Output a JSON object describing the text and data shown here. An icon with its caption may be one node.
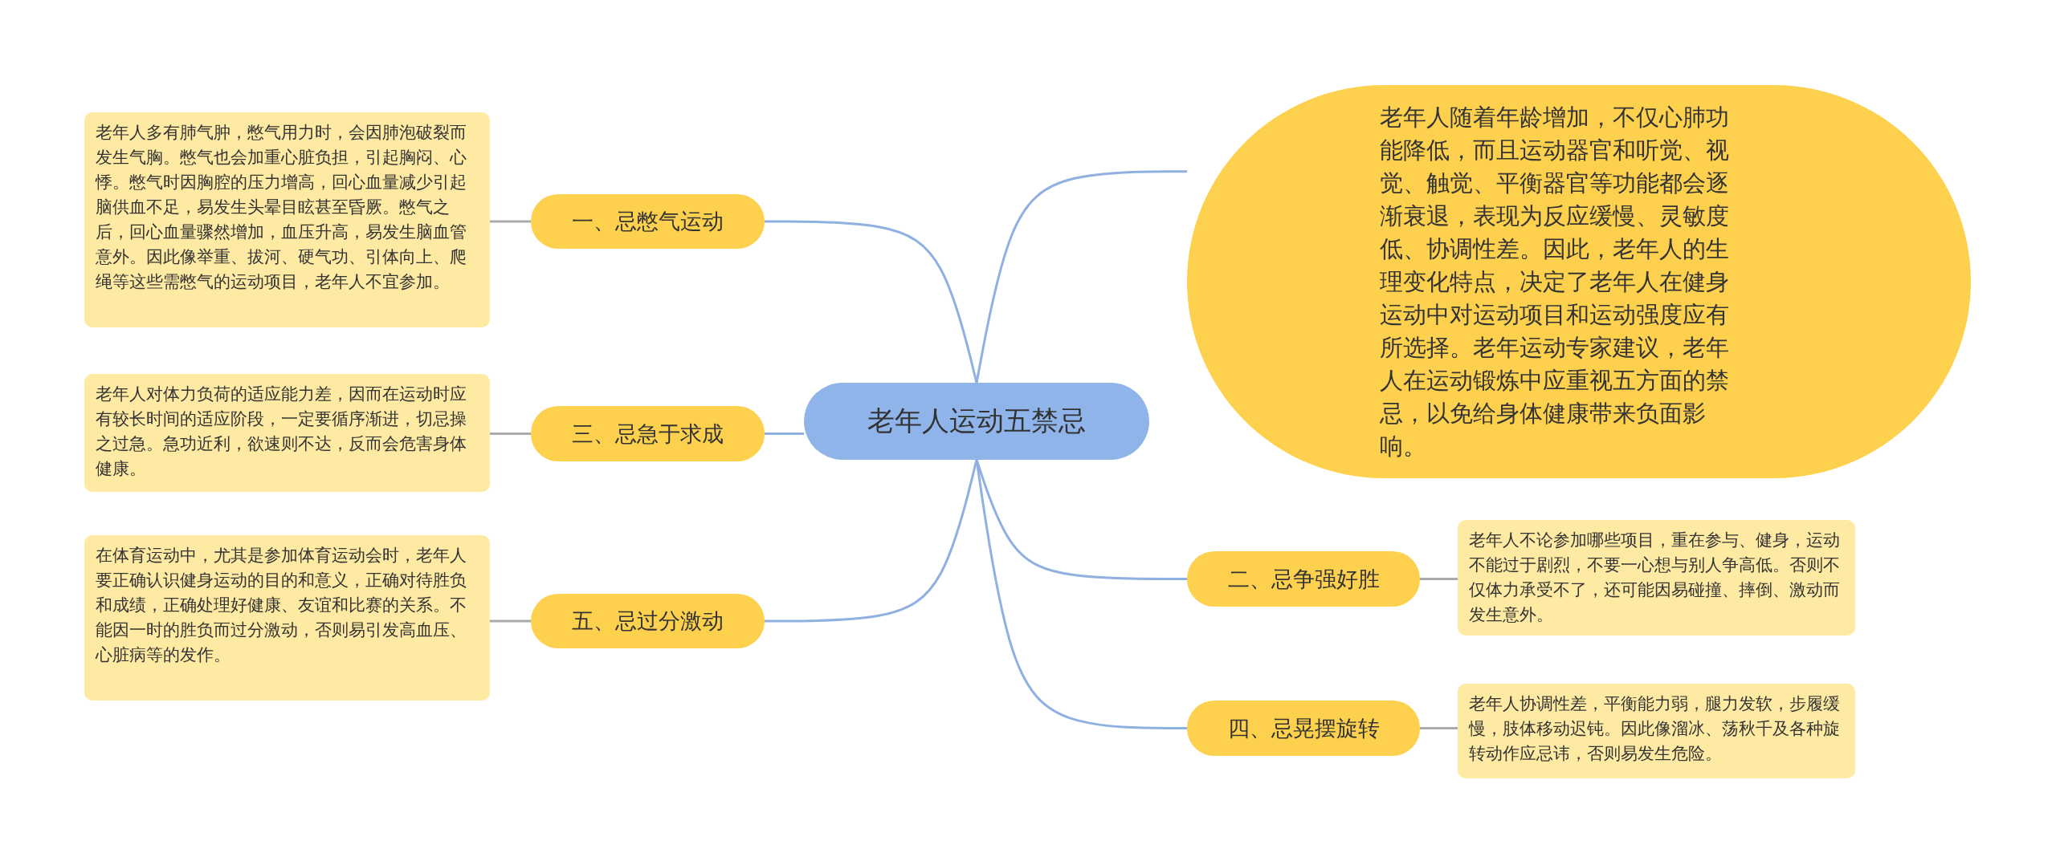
{
  "diagram": {
    "nodes": [
      {
        "text": [
          "老年人运动五禁忌"
        ]
      },
      {
        "text": [
          "一、忌憋气运动"
        ]
      },
      {
        "text": [
          "老年人多有肺气肿，憋气用力时，会因肺泡破裂而发生气胸。憋气也会加重心脏负担，引起胸闷、心悸。憋气时因胸腔的压力增高，回心血量减少引起脑供血不足，易发生头晕目眩甚至昏厥。憋气之后，回心血量骤然增加，血压升高，易发生脑血管意外。因此像举重、拔河、硬气功、引体向上、爬绳等这些需憋气的运动项目，老年人不宜参加。"
        ]
      },
      {
        "text": [
          "三、忌急于求成"
        ]
      },
      {
        "text": [
          "老年人对体力负荷的适应能力差，因而在运动时应有较长时间的适应阶段，一定要循序渐进，切忌操之过急。急功近利，欲速则不达，反而会危害身体健康。"
        ]
      },
      {
        "text": [
          "五、忌过分激动"
        ]
      },
      {
        "text": [
          "在体育运动中，尤其是参加体育运动会时，老年人要正确认识健身运动的目的和意义，正确对待胜负和成绩，正确处理好健康、友谊和比赛的关系。不能因一时的胜负而过分激动，否则易引发高血压、心脏病等的发作。"
        ]
      },
      {
        "text": [
          "老年人随着年龄增加，不仅心肺功能降低，而且运动器官和听觉、视觉、触觉、平衡器官等功能都会逐渐衰退，表现为反应缓慢、灵敏度低、协调性差。因此，老年人的生理变化特点，决定了老年人在健身运动中对运动项目和运动强度应有所选择。老年运动专家建议，老年人在运动锻炼中应重视五方面的禁忌，以免给身体健康带来负面影响。"
        ]
      },
      {
        "text": [
          "二、忌争强好胜"
        ]
      },
      {
        "text": [
          "老年人不论参加哪些项目，重在参与、健身，运动不能过于剧烈，不要一心想与别人争高低。否则不仅体力承受不了，还可能因易碰撞、摔倒、激动而发生意外。"
        ]
      },
      {
        "text": [
          "四、忌晃摆旋转"
        ]
      },
      {
        "text": [
          "老年人协调性差，平衡能力弱，腿力发软，步履缓慢，肢体移动迟钝。因此像溜冰、荡秋千及各种旋转动作应忌讳，否则易发生危险。"
        ]
      }
    ],
    "edges": [
      {
        "from": 0,
        "to": 1,
        "arrow": "none"
      },
      {
        "from": 1,
        "to": 2,
        "arrow": "none",
        "color": "#aaaaaa"
      },
      {
        "from": 0,
        "to": 3,
        "arrow": "none"
      },
      {
        "from": 3,
        "to": 4,
        "arrow": "none",
        "color": "#aaaaaa"
      },
      {
        "from": 0,
        "to": 5,
        "arrow": "none"
      },
      {
        "from": 5,
        "to": 6,
        "arrow": "none",
        "color": "#aaaaaa"
      },
      {
        "from": 0,
        "to": 7,
        "arrow": "none"
      },
      {
        "from": 0,
        "to": 8,
        "arrow": "none"
      },
      {
        "from": 8,
        "to": 9,
        "arrow": "none",
        "color": "#aaaaaa"
      },
      {
        "from": 0,
        "to": 10,
        "arrow": "none"
      },
      {
        "from": 10,
        "to": 11,
        "arrow": "none",
        "color": "#aaaaaa"
      }
    ]
  }
}
